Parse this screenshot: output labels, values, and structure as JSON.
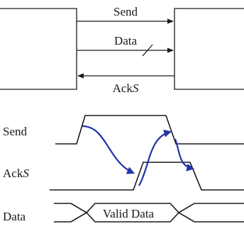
{
  "handshake": {
    "send_label": "Send",
    "data_label": "Data",
    "ack_label": "Ack",
    "ack_suffix": "S"
  },
  "timing": {
    "send_label": "Send",
    "ack_label": "Ack",
    "ack_suffix": "S",
    "data_label": "Data",
    "valid_data_label": "Valid Data"
  },
  "colors": {
    "lines": "#1a1a1a",
    "causality_arrows": "#2433a8"
  }
}
